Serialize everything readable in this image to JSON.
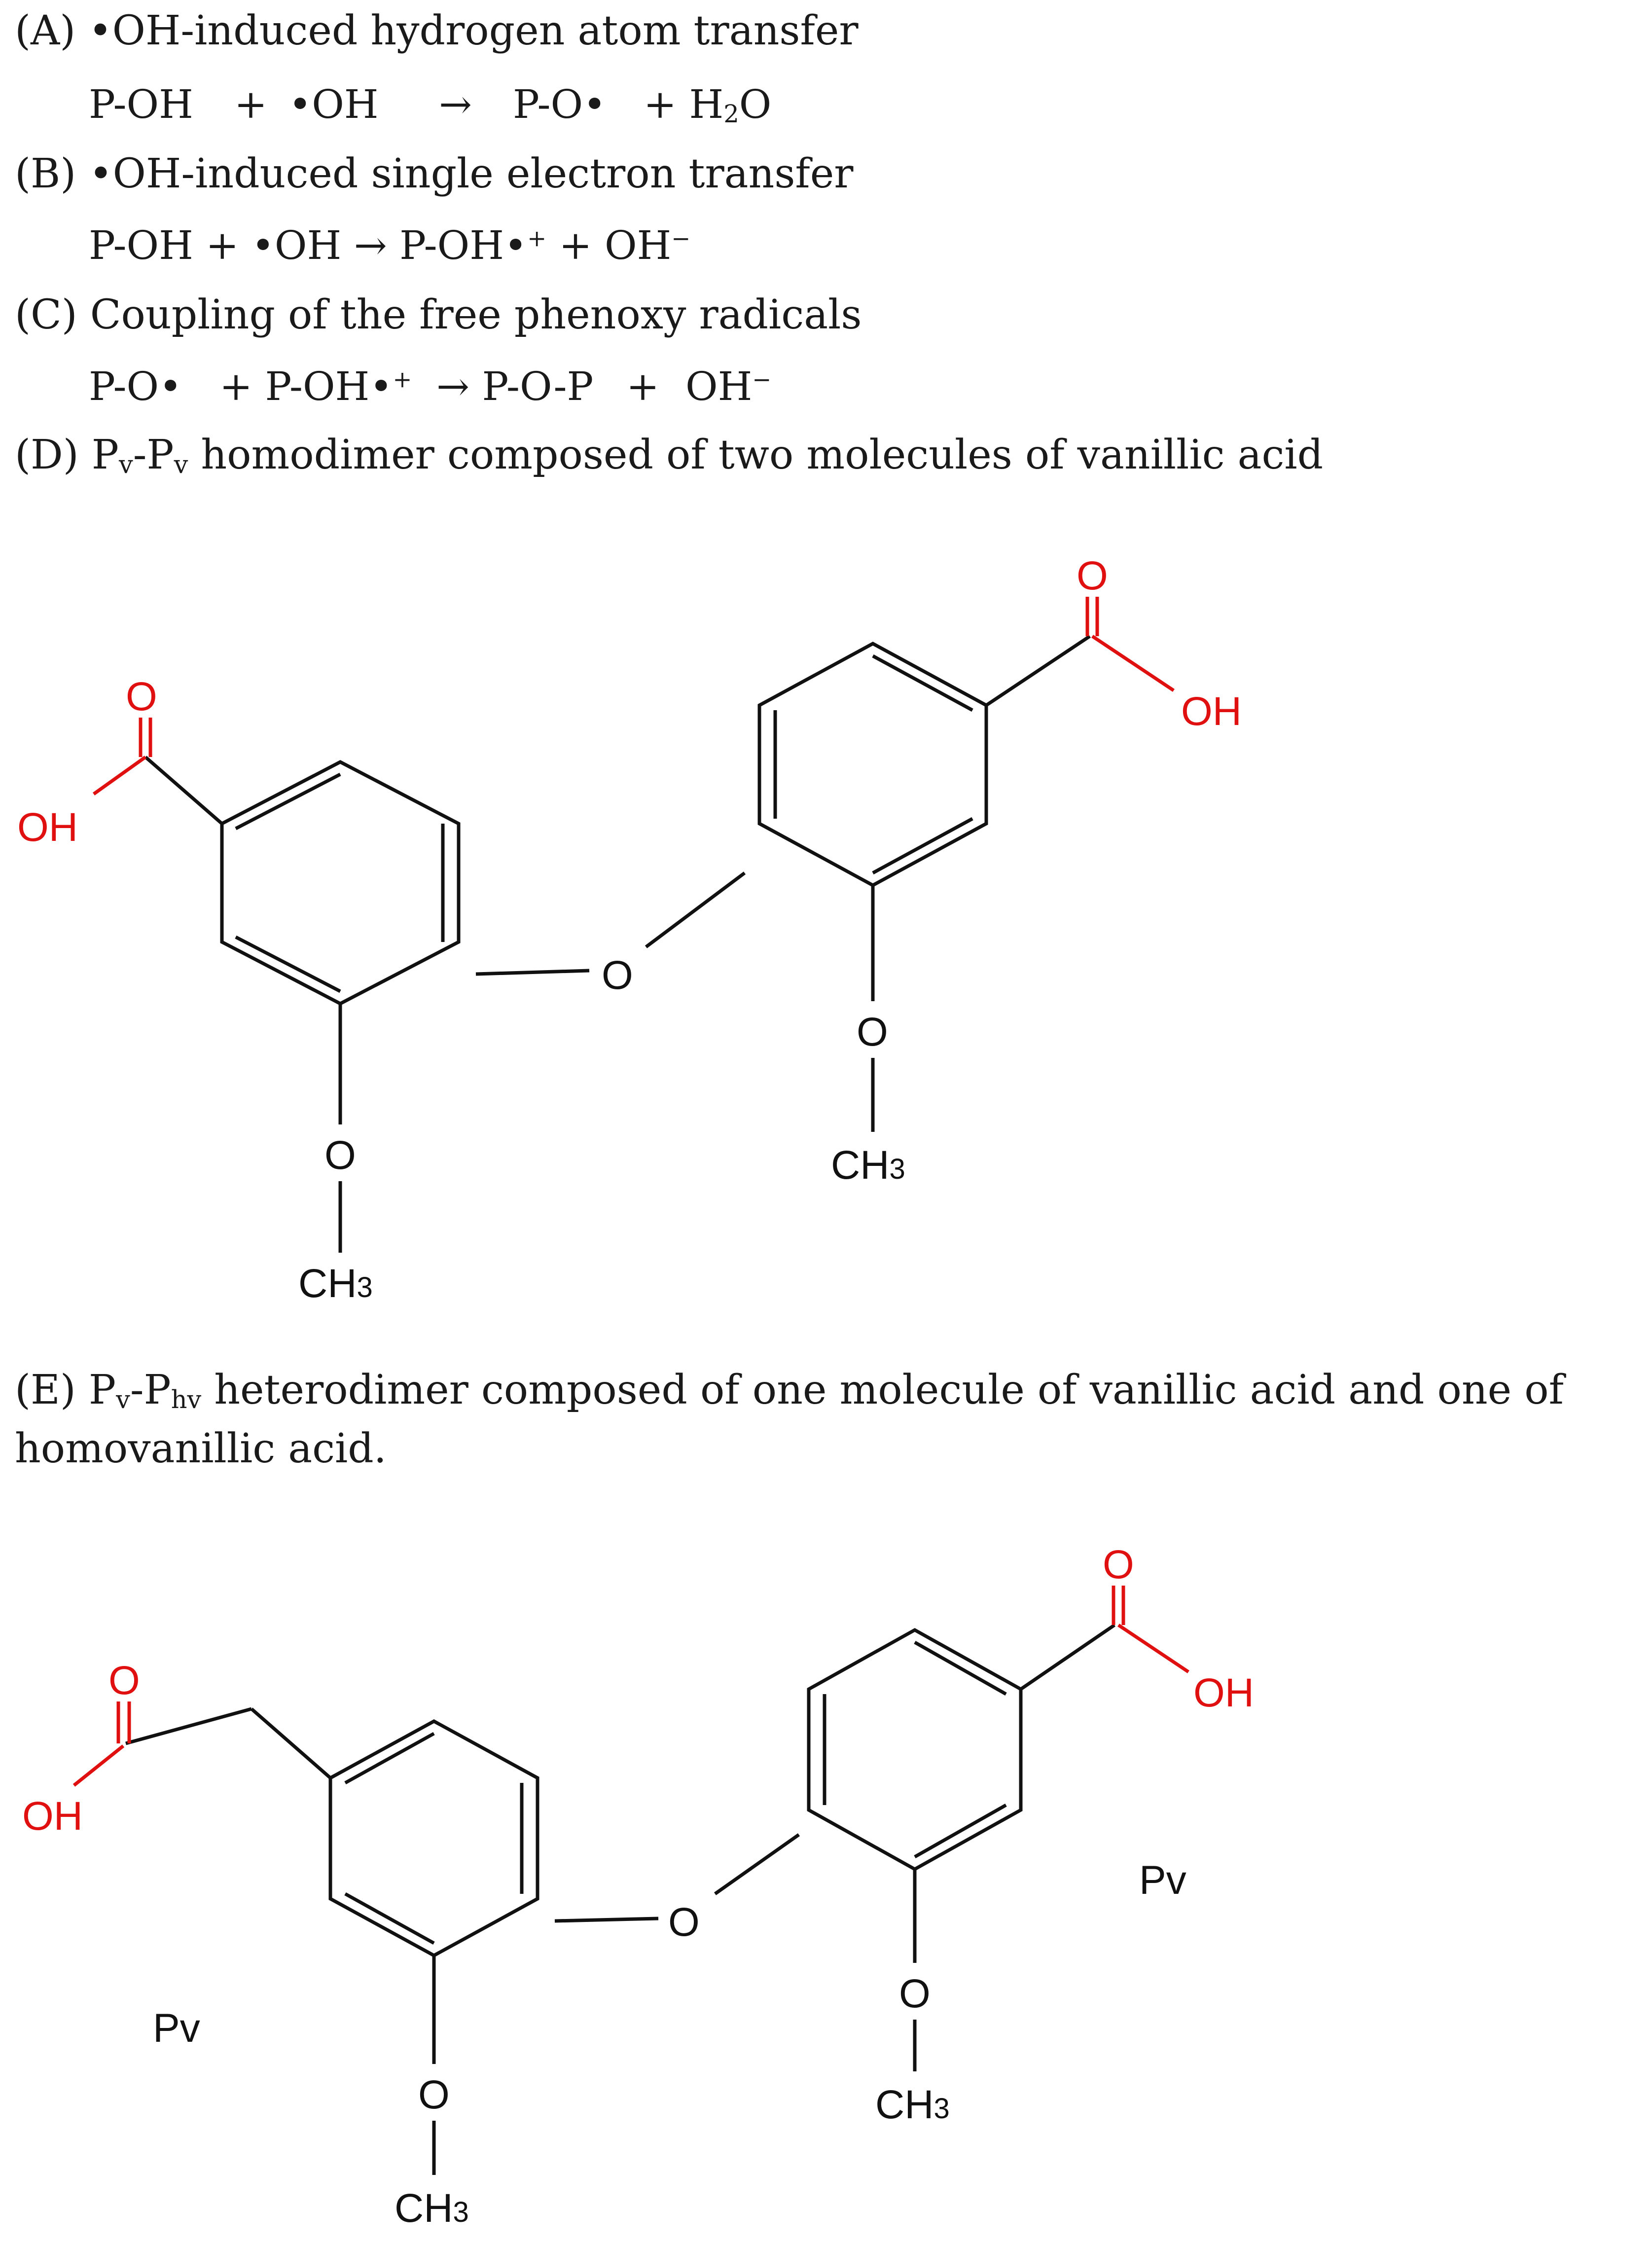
{
  "sections": {
    "a_heading": "(A) •OH-induced hydrogen atom transfer",
    "a_eq": [
      "P-OH",
      "+",
      "•OH",
      "→",
      "P-O•",
      "+ H",
      "2",
      "O"
    ],
    "b_heading": "(B) •OH-induced single electron transfer",
    "b_eq": [
      "P-OH + •OH → P-OH•",
      "+",
      " + OH",
      "−"
    ],
    "c_heading": "(C) Coupling of the free phenoxy radicals",
    "c_eq": [
      "P-O•",
      "+ P-OH•",
      "+",
      "→ P-O-P",
      "+",
      "OH",
      "−"
    ],
    "d_heading": [
      "(D) P",
      "v",
      "-P",
      "v",
      " homodimer composed of two molecules of vanillic acid"
    ],
    "e_heading": [
      "(E) P",
      "v",
      "-P",
      "hv",
      " heterodimer composed of one molecule of vanillic acid and one of homovanillic acid."
    ]
  },
  "atoms": {
    "O": "O",
    "OH": "OH",
    "CH": "CH",
    "three": "3",
    "Pv": "Pv"
  },
  "colors": {
    "heteroatom": "#e01010",
    "text": "#1a1a1a"
  }
}
